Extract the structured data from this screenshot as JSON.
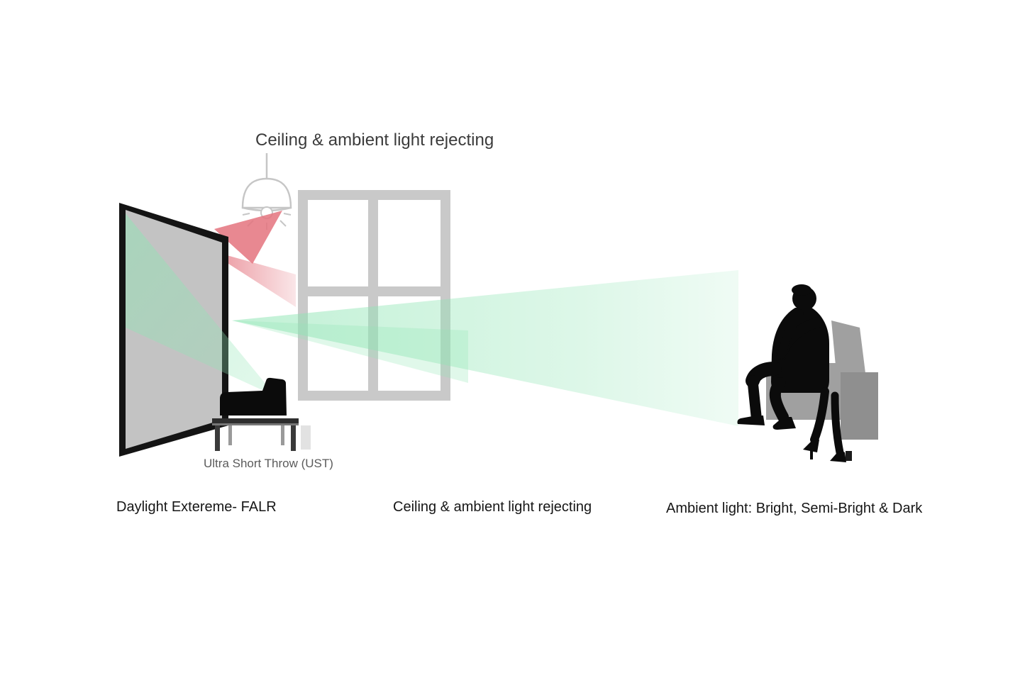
{
  "diagram": {
    "title": "Ceiling & ambient light rejecting",
    "projector_label": "Ultra Short Throw (UST)",
    "captions": {
      "left": "Daylight Extereme- FALR",
      "center": "Ceiling & ambient light rejecting",
      "right": "Ambient light: Bright, Semi-Bright & Dark"
    },
    "icons": {
      "lamp": "ceiling-lamp-icon",
      "window": "window-graphic",
      "screen": "projector-screen-graphic",
      "projector": "ust-projector-silhouette",
      "viewer": "seated-viewer-silhouette"
    },
    "colors": {
      "background": "#ffffff",
      "rejected_light": "#e4737e",
      "projected_light": "#8fe5b4",
      "screen_fill": "#c3c3c3",
      "screen_frame": "#141414",
      "window_frame": "#c9c9c9",
      "lamp_stroke": "#c6c6c6",
      "silhouette": "#0b0b0b",
      "sofa": "#a0a0a0",
      "sofa_dark": "#8f8f8f",
      "caption_text": "#161616",
      "muted_text": "#5b5b5b"
    }
  }
}
